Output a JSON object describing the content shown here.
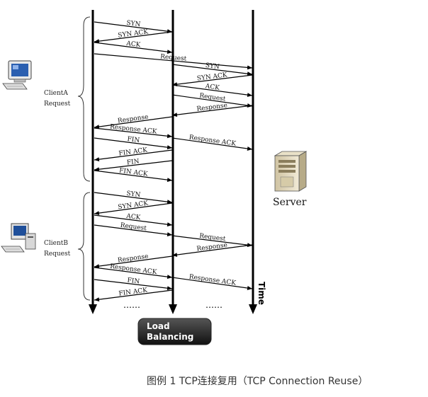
{
  "caption": "图例 1  TCP连接复用（TCP Connection Reuse）",
  "labels": {
    "client_a": [
      "ClientA",
      "Request"
    ],
    "client_b": [
      "ClientB",
      "Request"
    ],
    "server": "Server",
    "time": "Time",
    "load_balancer": [
      "Load",
      "Balancing"
    ],
    "ellipsis": "……"
  },
  "lanes": [
    "client",
    "load_balancer",
    "server"
  ],
  "messages_a": [
    {
      "text": "SYN",
      "from": "client",
      "to": "load_balancer"
    },
    {
      "text": "SYN ACK",
      "from": "load_balancer",
      "to": "client"
    },
    {
      "text": "ACK",
      "from": "client",
      "to": "load_balancer"
    },
    {
      "text": "Request",
      "from": "client",
      "to": "server"
    },
    {
      "text": "SYN",
      "from": "load_balancer",
      "to": "server"
    },
    {
      "text": "SYN ACK",
      "from": "server",
      "to": "load_balancer"
    },
    {
      "text": "ACK",
      "from": "load_balancer",
      "to": "server"
    },
    {
      "text": "Request",
      "from": "load_balancer",
      "to": "server"
    },
    {
      "text": "Response",
      "from": "server",
      "to": "load_balancer"
    },
    {
      "text": "Response",
      "from": "load_balancer",
      "to": "client"
    },
    {
      "text": "Response ACK",
      "from": "client",
      "to": "load_balancer"
    },
    {
      "text": "Response ACK",
      "from": "load_balancer",
      "to": "server"
    },
    {
      "text": "FIN",
      "from": "client",
      "to": "load_balancer"
    },
    {
      "text": "FIN ACK",
      "from": "load_balancer",
      "to": "client"
    },
    {
      "text": "FIN",
      "from": "load_balancer",
      "to": "client"
    },
    {
      "text": "FIN ACK",
      "from": "client",
      "to": "load_balancer"
    }
  ],
  "messages_b": [
    {
      "text": "SYN",
      "from": "client",
      "to": "load_balancer"
    },
    {
      "text": "SYN ACK",
      "from": "load_balancer",
      "to": "client"
    },
    {
      "text": "ACK",
      "from": "client",
      "to": "load_balancer"
    },
    {
      "text": "Request",
      "from": "client",
      "to": "load_balancer"
    },
    {
      "text": "Request",
      "from": "load_balancer",
      "to": "server"
    },
    {
      "text": "Response",
      "from": "server",
      "to": "load_balancer"
    },
    {
      "text": "Response",
      "from": "load_balancer",
      "to": "client"
    },
    {
      "text": "Response ACK",
      "from": "client",
      "to": "load_balancer"
    },
    {
      "text": "Response ACK",
      "from": "load_balancer",
      "to": "server"
    },
    {
      "text": "FIN",
      "from": "client",
      "to": "load_balancer"
    },
    {
      "text": "FIN ACK",
      "from": "load_balancer",
      "to": "client"
    }
  ]
}
